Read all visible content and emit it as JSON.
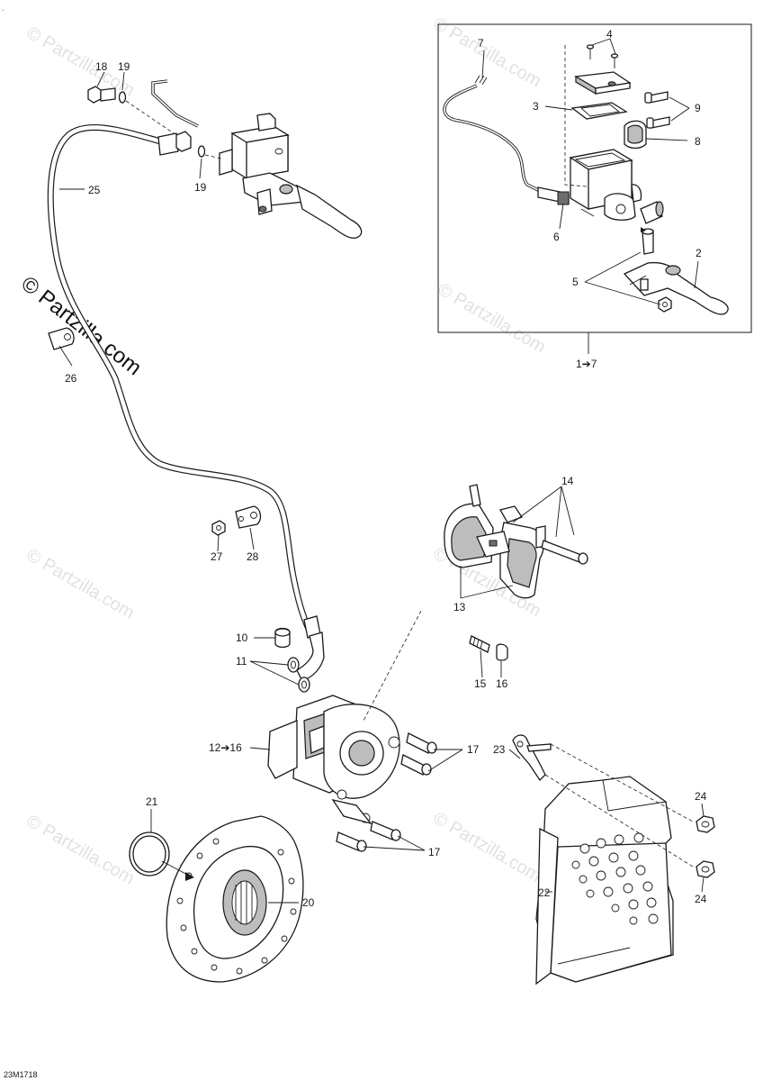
{
  "diagram_code": "23M1718",
  "corner_mark": "ˌ",
  "watermark": {
    "main": "© Partzilla.com",
    "repeat": "© Partzilla.com"
  },
  "callouts": {
    "c1_7": "1➔7",
    "c2": "2",
    "c3": "3",
    "c4": "4",
    "c5": "5",
    "c6": "6",
    "c7": "7",
    "c8": "8",
    "c9": "9",
    "c10": "10",
    "c11": "11",
    "c12_16": "12➔16",
    "c13": "13",
    "c14": "14",
    "c15": "15",
    "c16": "16",
    "c17a": "17",
    "c17b": "17",
    "c18": "18",
    "c19a": "19",
    "c19b": "19",
    "c20": "20",
    "c21": "21",
    "c22": "22",
    "c23": "23",
    "c24a": "24",
    "c24b": "24",
    "c25": "25",
    "c26": "26",
    "c27": "27",
    "c28": "28"
  }
}
